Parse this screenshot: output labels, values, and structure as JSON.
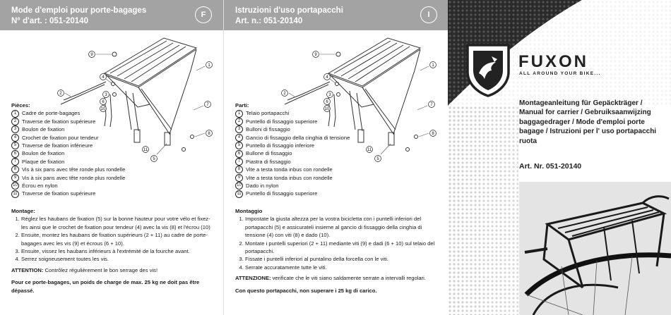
{
  "fr": {
    "header_line1": "Mode d'emploi pour porte-bagages",
    "header_line2": "N° d'art. : 051-20140",
    "lang_badge": "F",
    "parts_title": "Pièces:",
    "parts": [
      {
        "n": "1",
        "label": "Cadre de porte-bagages"
      },
      {
        "n": "2",
        "label": "Traverse de fixation supérieure"
      },
      {
        "n": "3",
        "label": "Boulon de fixation"
      },
      {
        "n": "4",
        "label": "Crochet de fixation pour tendeur"
      },
      {
        "n": "5",
        "label": "Traverse de fixation inférieure"
      },
      {
        "n": "6",
        "label": "Boulon de fixation"
      },
      {
        "n": "7",
        "label": "Plaque de fixation"
      },
      {
        "n": "8",
        "label": "Vis à six pans avec tête ronde plus rondelle"
      },
      {
        "n": "9",
        "label": "Vis à six pans avec tête ronde plus rondelle"
      },
      {
        "n": "10",
        "label": "Écrou en nylon"
      },
      {
        "n": "11",
        "label": "Traverse de fixation supérieure"
      }
    ],
    "assembly_title": "Montage:",
    "steps": [
      "Réglez les haubans de fixation (5) sur la bonne hauteur pour votre vélo et fixez-les ainsi que le crochet de fixation pour tendeur (4) avec la vis (8) et l'écrou (10)",
      "Ensuite, montez les haubans de fixation supérieurs (2 + 11) au cadre de porte-bagages avec les vis (9) et écrous (6 + 10).",
      "Ensuite, vissez les haubans inférieurs à l'extrémité de la fourche avant.",
      "Serrez soigneusement toutes les vis."
    ],
    "attention_label": "ATTENTION:",
    "attention_text": " Contrôlez régulièrement le bon serrage des vis!",
    "load_note": "Pour ce porte-bagages, un poids de charge de max. 25 kg ne doit pas être dépassé."
  },
  "it": {
    "header_line1": "Istruzioni d'uso portapacchi",
    "header_line2": "Art. n.: 051-20140",
    "lang_badge": "I",
    "parts_title": "Parti:",
    "parts": [
      {
        "n": "1",
        "label": "Telaio portapacchi"
      },
      {
        "n": "2",
        "label": "Puntello di fissaggio superiore"
      },
      {
        "n": "3",
        "label": "Bulloni di fissaggio"
      },
      {
        "n": "4",
        "label": "Gancio di fissaggio della cinghia di tensione"
      },
      {
        "n": "5",
        "label": "Puntello di fissaggio inferiore"
      },
      {
        "n": "6",
        "label": "Bullone di fissaggio"
      },
      {
        "n": "7",
        "label": "Piastra di fissaggio"
      },
      {
        "n": "8",
        "label": "Vite a testa tonda inbus con rondelle"
      },
      {
        "n": "9",
        "label": "Vite a testa tonda inbus con rondelle"
      },
      {
        "n": "10",
        "label": "Dado in nylon"
      },
      {
        "n": "11",
        "label": "Puntello di fissaggio superiore"
      }
    ],
    "assembly_title": "Montaggio",
    "steps": [
      "Impostate la giusta altezza per la vostra bicicletta con i puntelli inferiori del portapacchi (5) e assicurateli insieme al gancio di fissaggio della cinghia di tensione (4) con viti (8) e dado (10).",
      "Montate i puntelli superiori (2 + 11) mediante viti (9) e dadi (6 + 10) sul telaio del portapacchi.",
      "Fissate i puntelli inferiori al puntalino della forcella con le viti.",
      "Serrate accuratamente tutte le viti."
    ],
    "attention_label": "ATTENZIONE:",
    "attention_text": " verificate che le viti siano saldamente serrate a intervalli regolari.",
    "load_note": "Con questo portapacchi, non superare i 25 kg di carico."
  },
  "diagram_labels": [
    "1",
    "2",
    "3",
    "4",
    "5",
    "6",
    "7",
    "8",
    "9",
    "10",
    "11"
  ],
  "cover": {
    "brand": "FUXON",
    "slogan": "ALL AROUND YOUR BIKE...",
    "title": "Montageanleitung für Gepäckträger / Manual for carrier / Gebruiksaanwijzing baggagedrager / Mode d'emploi porte bagage / Istruzioni per l' uso portapacchi ruota",
    "art_nr": "Art. Nr. 051-20140"
  },
  "colors": {
    "header_bg": "#a3a3a3",
    "text": "#1a1a1a",
    "logo": "#222222"
  }
}
